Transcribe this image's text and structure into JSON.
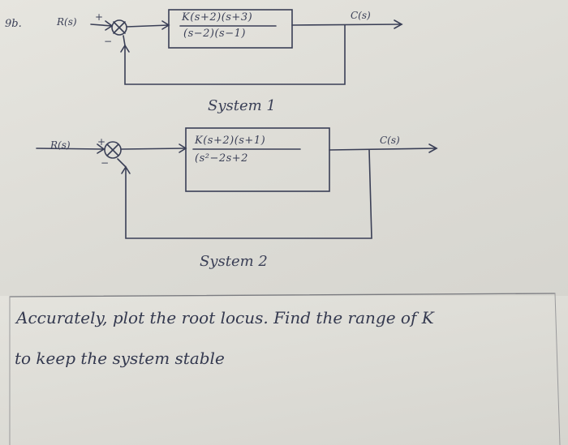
{
  "problem_number": "9b.",
  "system1": {
    "input": "R(s)",
    "output": "C(s)",
    "sum_plus": "+",
    "sum_minus": "−",
    "tf_numerator": "K(s+2)(s+3)",
    "tf_denominator": "(s−2)(s−1)",
    "caption": "System 1"
  },
  "system2": {
    "input": "R(s)",
    "output": "C(s)",
    "sum_plus": "+",
    "sum_minus": "−",
    "tf_numerator": "K(s+2)(s+1)",
    "tf_denominator": "(s²−2s+2",
    "caption": "System 2"
  },
  "question": {
    "line1": "Accurately, plot the root locus. Find the range of K",
    "line2": "to keep the system stable"
  },
  "colors": {
    "ink": "#3a3f56",
    "paper": "#e2e1db"
  }
}
